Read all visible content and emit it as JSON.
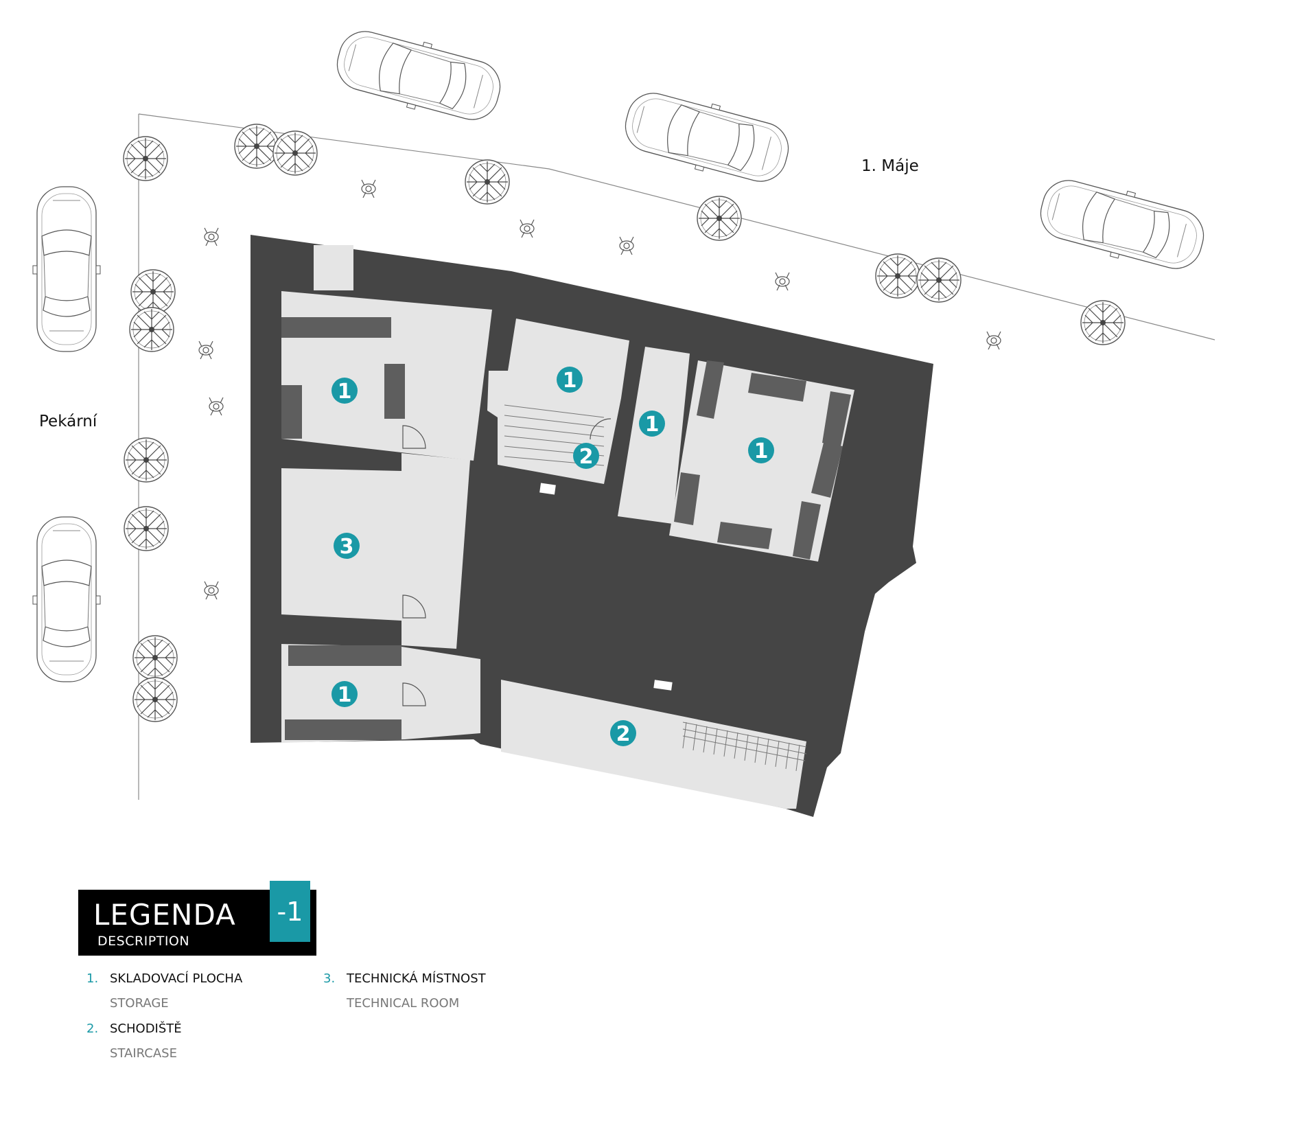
{
  "streets": {
    "north": "1. Máje",
    "west": "Pekární"
  },
  "rooms": [
    {
      "id": "r1",
      "number": "1"
    },
    {
      "id": "r2",
      "number": "1"
    },
    {
      "id": "r3",
      "number": "1"
    },
    {
      "id": "r4",
      "number": "1"
    },
    {
      "id": "r5",
      "number": "3"
    },
    {
      "id": "r6",
      "number": "1"
    },
    {
      "id": "r7",
      "number": "2"
    },
    {
      "id": "r8",
      "number": "2"
    }
  ],
  "legend": {
    "title": "LEGENDA",
    "subtitle": "DESCRIPTION",
    "level": "-1",
    "items": [
      {
        "num": "1.",
        "cz": "SKLADOVACÍ PLOCHA",
        "en": "STORAGE"
      },
      {
        "num": "2.",
        "cz": "SCHODIŠTĚ",
        "en": "STAIRCASE"
      },
      {
        "num": "3.",
        "cz": "TECHNICKÁ MÍSTNOST",
        "en": "TECHNICAL ROOM"
      }
    ]
  },
  "colors": {
    "wall": "#454545",
    "floor": "#e5e5e5",
    "shelf": "#5e5e5e",
    "accent": "#1a99a6"
  }
}
